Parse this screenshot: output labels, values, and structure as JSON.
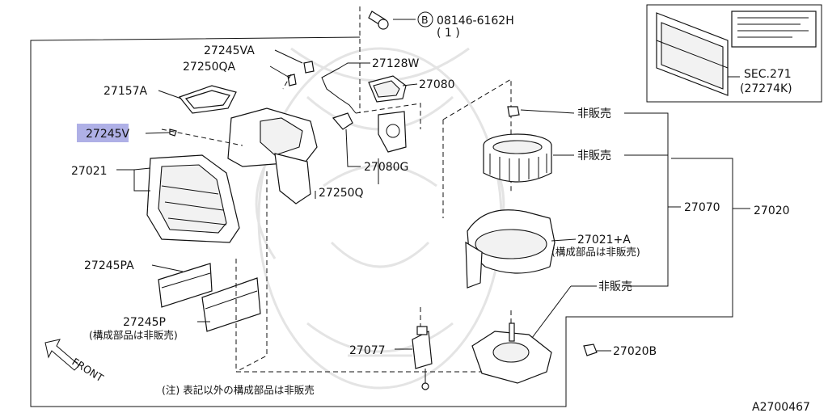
{
  "screw_callout": {
    "code": "08146-6162H",
    "qty": "( 1 )",
    "marker": "B"
  },
  "filter_callout": {
    "ref": "SEC.271",
    "code": "(27274K)"
  },
  "labels": {
    "p27245VA": "27245VA",
    "p27250QA": "27250QA",
    "p27157A": "27157A",
    "p27245V": "27245V",
    "p27021": "27021",
    "p27245PA": "27245PA",
    "p27245P": "27245P",
    "p27245P_note": "(構成部品は非販売)",
    "p27128W": "27128W",
    "p27080": "27080",
    "p27080G": "27080G",
    "p27250Q": "27250Q",
    "nfs1": "非販売",
    "nfs2": "非販売",
    "nfs3": "非販売",
    "p27070": "27070",
    "p27020": "27020",
    "p27021A": "27021+A",
    "p27021A_note": "(構成部品は非販売)",
    "p27077": "27077",
    "p27020B": "27020B"
  },
  "front_label": "FRONT",
  "footnote": "(注) 表記以外の構成部品は非販売",
  "diagram_id": "A2700467",
  "highlight_color": "#7a7cd6"
}
